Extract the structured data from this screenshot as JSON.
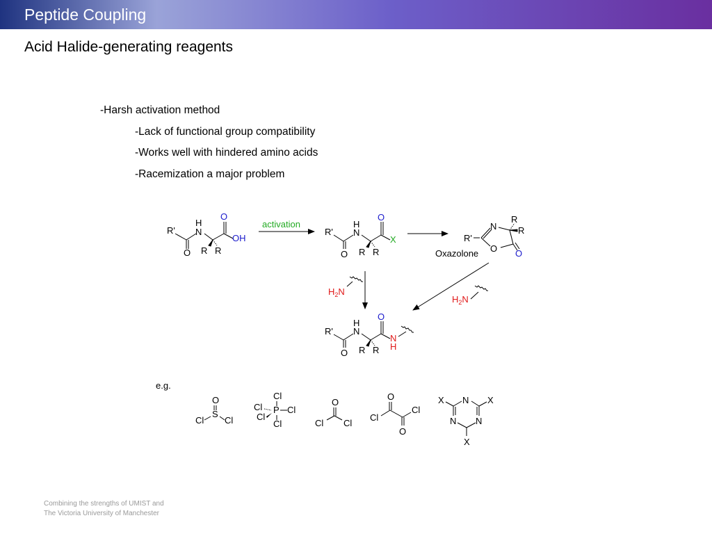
{
  "slide": {
    "title": "Peptide Coupling",
    "subtitle": "Acid Halide-generating reagents"
  },
  "bullets": [
    "-Harsh activation method",
    "-Lack of functional group compatibility",
    "-Works well with hindered amino acids",
    "-Racemization a major problem"
  ],
  "scheme": {
    "activation_label": "activation",
    "oxazolone_label": "Oxazolone",
    "eg_label": "e.g.",
    "colors": {
      "blue": "#1a1acc",
      "green": "#22aa22",
      "red": "#e01818"
    }
  },
  "footer": {
    "line1": "Combining the strengths of UMIST and",
    "line2": "The Victoria University of Manchester"
  }
}
